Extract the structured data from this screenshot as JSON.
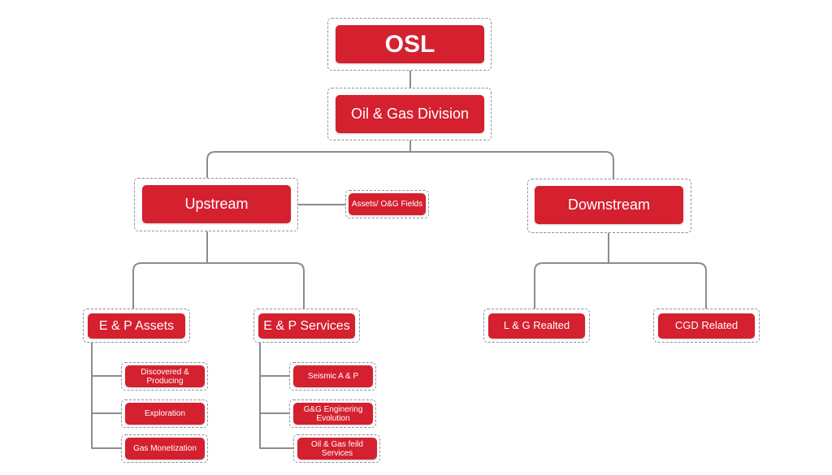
{
  "colors": {
    "node": "#d4202f",
    "connector": "#8c8c8c",
    "frame": "#8e8e98"
  },
  "nodes": {
    "osl": "OSL",
    "oil_gas_division": "Oil & Gas Division",
    "upstream": "Upstream",
    "downstream": "Downstream",
    "assets_fields": "Assets/ O&G Fields",
    "ep_assets": "E & P Assets",
    "ep_services": "E & P Services",
    "lg_realted": "L & G Realted",
    "cgd_related": "CGD Related",
    "discovered_producing": "Discovered & Producing",
    "exploration": "Exploration",
    "gas_monetization": "Gas Monetization",
    "seismic": "Seismic A & P",
    "gg_engineering": "G&G Enginering Evolution",
    "oil_gas_services": "Oil & Gas feild Services"
  }
}
